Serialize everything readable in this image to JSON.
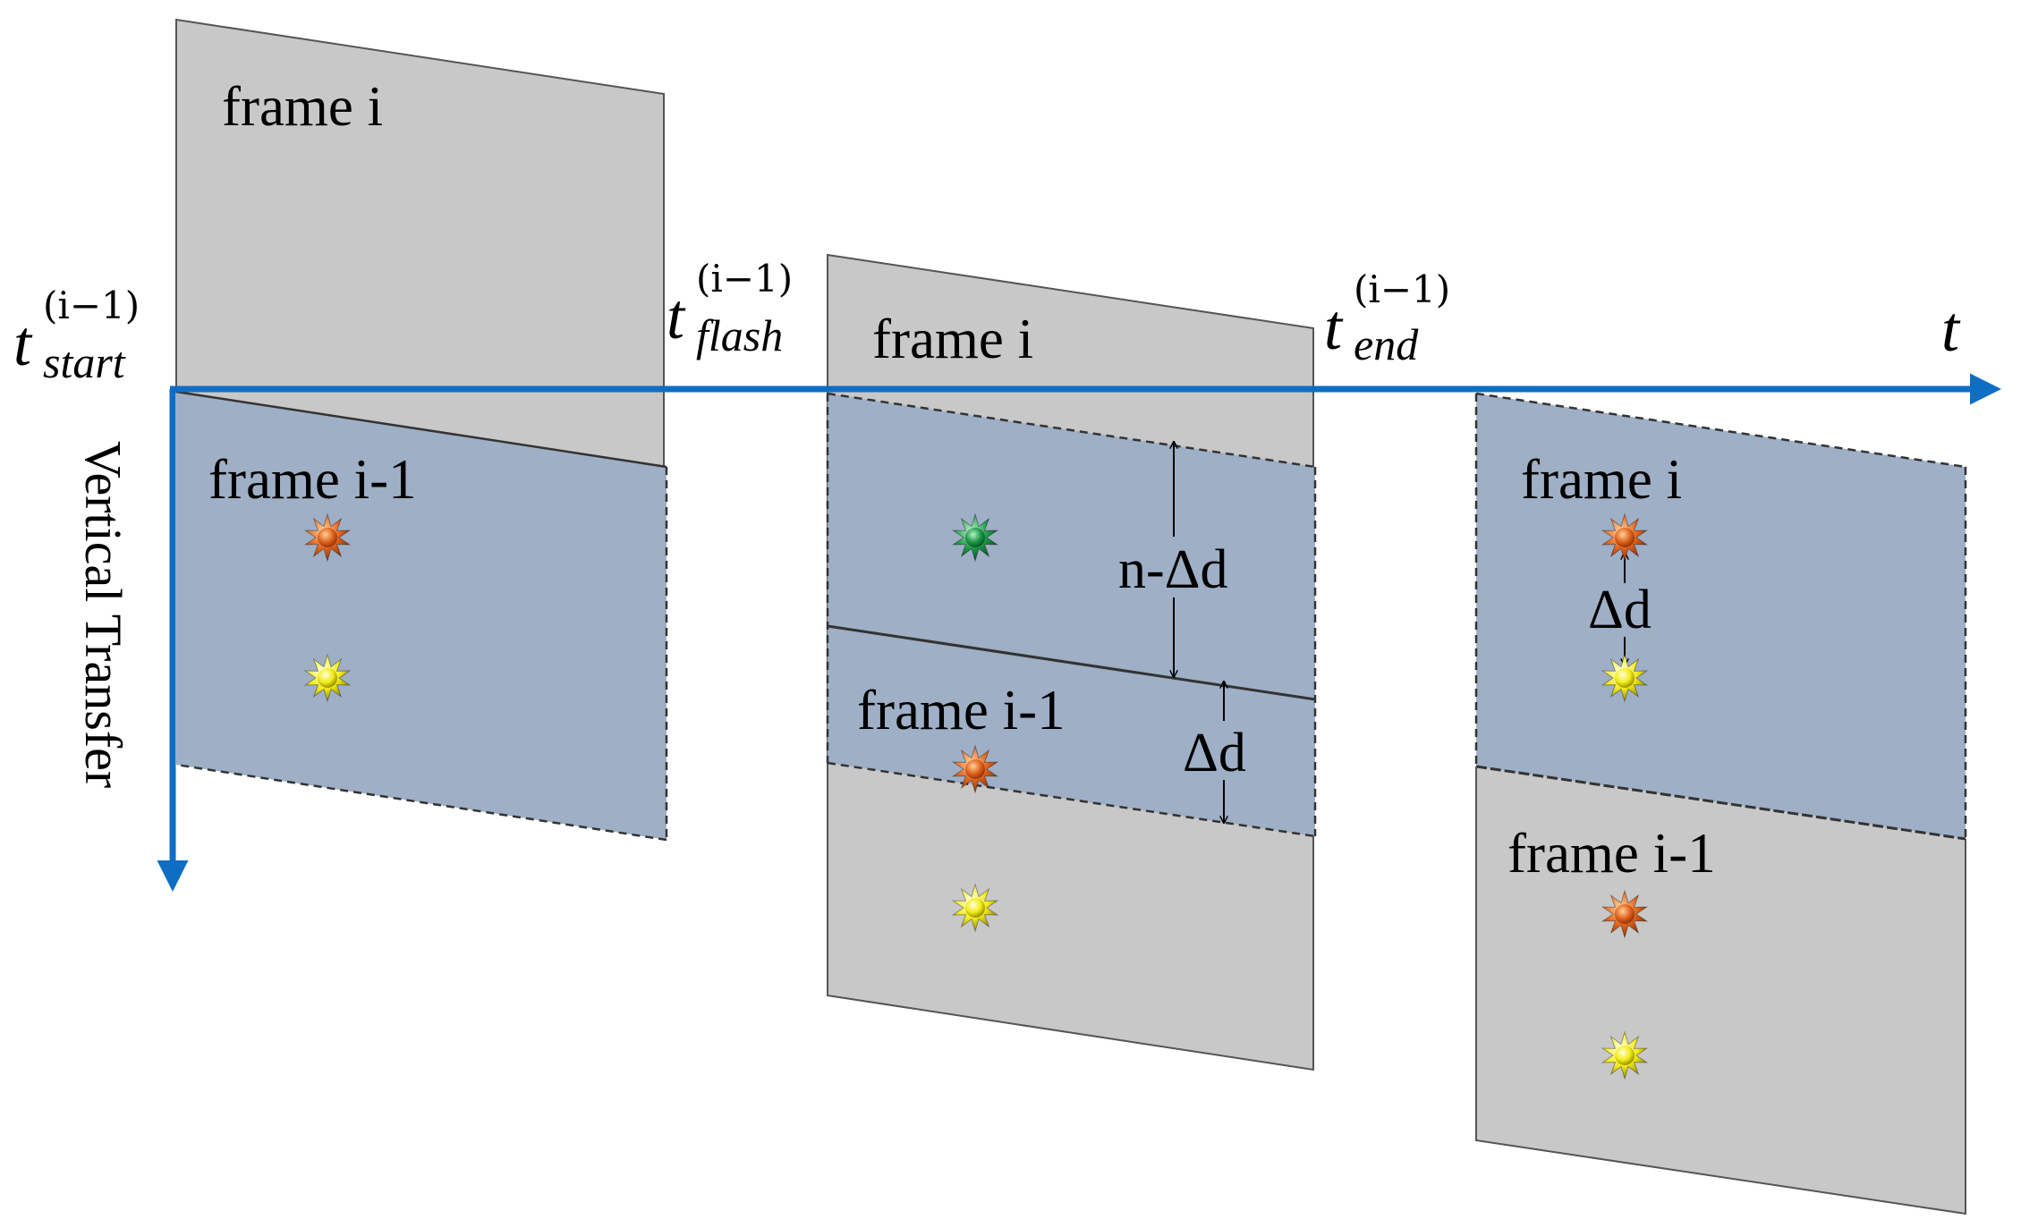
{
  "colors": {
    "gray_frame": "#c8c8c8",
    "blue_frame": "#9eafc6",
    "axis": "#0e6ec4",
    "star_orange": "#e0641e",
    "star_yellow": "#f2ec1a",
    "star_green": "#1e9a48"
  },
  "axes": {
    "t_label": "t",
    "vertical_label": "Vertical Transfer",
    "t_start": {
      "base": "t",
      "sub": "start",
      "sup": "(i−1)"
    },
    "t_flash": {
      "base": "t",
      "sub": "flash",
      "sup": "(i−1)"
    },
    "t_end": {
      "base": "t",
      "sub": "end",
      "sup": "(i−1)"
    }
  },
  "panels": [
    {
      "frame_i_label": "frame i",
      "frame_prev_label": "frame i-1"
    },
    {
      "frame_i_label": "frame i",
      "frame_prev_label": "frame i-1",
      "gap_label": "n-Δd",
      "shift_label": "Δd"
    },
    {
      "frame_i_label": "frame i",
      "frame_prev_label": "frame i-1",
      "shift_label": "Δd"
    }
  ],
  "star_icons": [
    "star-orange-icon",
    "star-yellow-icon",
    "star-green-icon"
  ]
}
